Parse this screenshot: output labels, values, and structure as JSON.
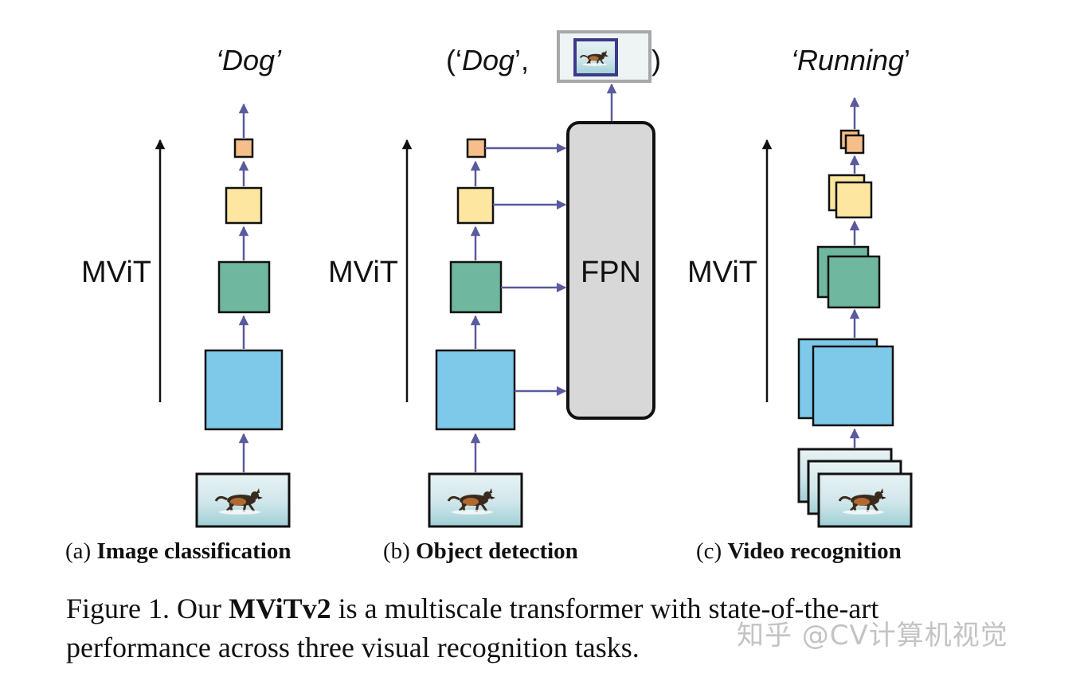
{
  "panels": [
    {
      "output": "Dog",
      "axis_label": "MViT",
      "label_letter": "(a)",
      "label_title": "Image classification"
    },
    {
      "output": "Dog",
      "axis_label": "MViT",
      "neck_label": "FPN",
      "label_letter": "(b)",
      "label_title": "Object detection"
    },
    {
      "output": "Running",
      "axis_label": "MViT",
      "label_letter": "(c)",
      "label_title": "Video recognition"
    }
  ],
  "caption": {
    "prefix": "Figure 1. Our ",
    "model_name": "MViTv2",
    "rest": " is a multiscale transformer with state-of-the-art performance across three visual recognition tasks."
  },
  "watermark": "知乎 @CV计算机视觉",
  "colors": {
    "stage1": "#7ec8ea",
    "stage2": "#6fb79f",
    "stage3": "#fce6a0",
    "stage4": "#f6be8a",
    "arrow": "#5a5a9e",
    "fpn_fill": "#d8d8d8",
    "outline": "#111111"
  },
  "icons": [
    "dog-photo-icon",
    "dog-crop-icon"
  ]
}
